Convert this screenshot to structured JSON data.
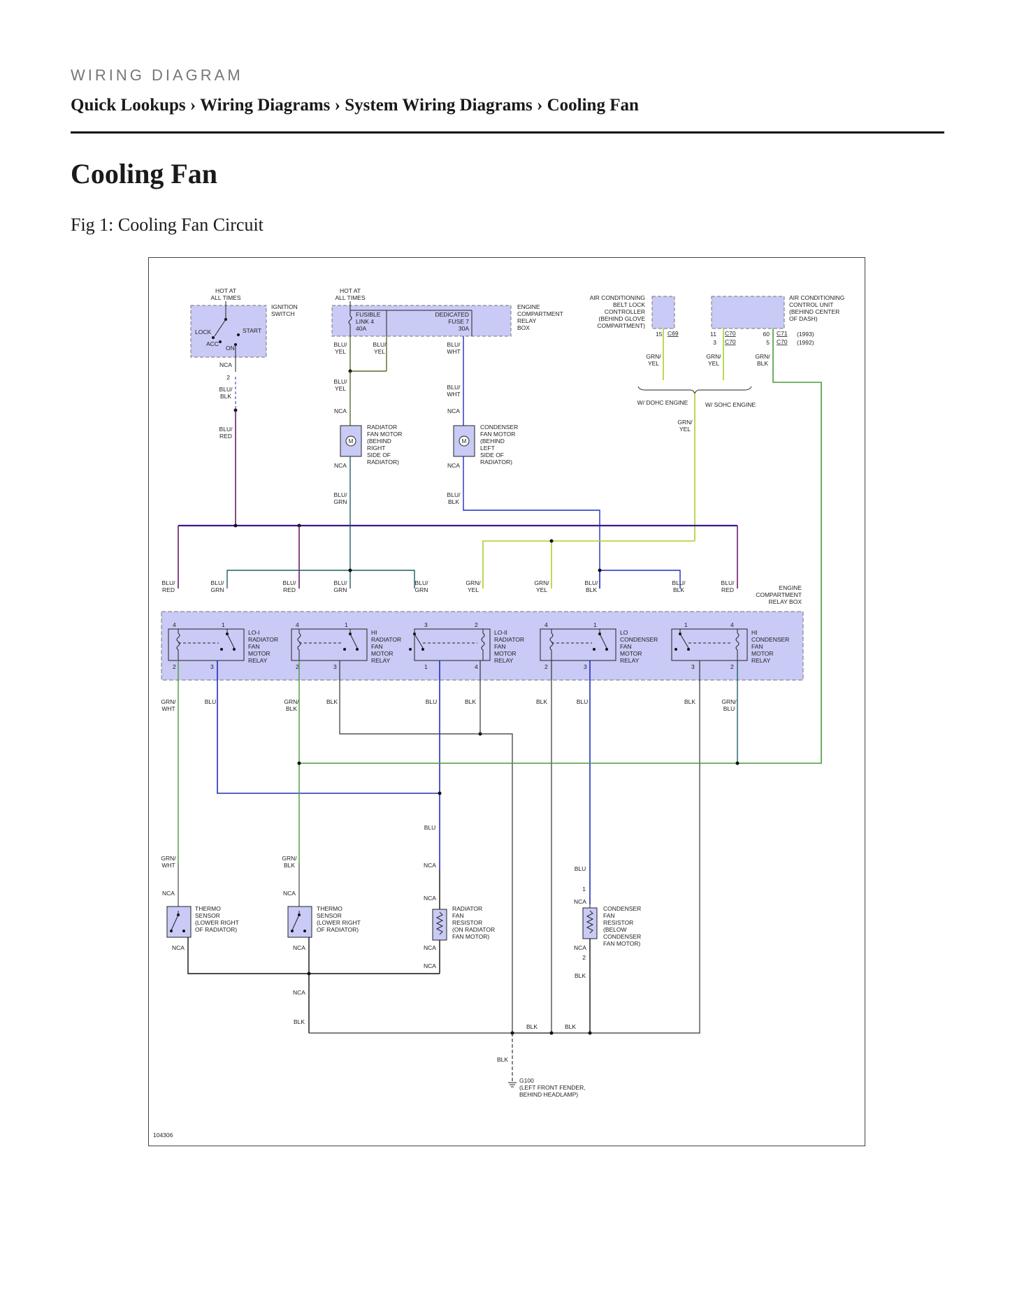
{
  "header": {
    "kicker": "WIRING DIAGRAM",
    "breadcrumb": [
      "Quick Lookups",
      "Wiring Diagrams",
      "System Wiring Diagrams",
      "Cooling Fan"
    ],
    "separator": "›"
  },
  "page_title": "Cooling Fan",
  "figure_caption": "Fig 1: Cooling Fan Circuit",
  "diagram": {
    "figure_id": "104306",
    "colors": {
      "component_fill": "#c9caf5",
      "blu_red": "#6a1a6a",
      "blu_grn": "#1f5f66",
      "blu_yel": "#556b2f",
      "blu": "#1f2fbf",
      "grn_yel": "#a8d02a",
      "grn": "#4a9a3a",
      "blk": "#333333"
    },
    "sources": {
      "ignition": {
        "hot_line1": "HOT AT",
        "hot_line2": "ALL TIMES",
        "name_l1": "IGNITION",
        "name_l2": "SWITCH",
        "lock": "LOCK",
        "acc": "ACC",
        "on": "ON",
        "start": "START"
      },
      "fuses": {
        "hot_line1": "HOT AT",
        "hot_line2": "ALL TIMES",
        "fuse1_l1": "FUSIBLE",
        "fuse1_l2": "LINK 4",
        "fuse1_l3": "40A",
        "fuse2_l1": "DEDICATED",
        "fuse2_l2": "FUSE 7",
        "fuse2_l3": "30A",
        "box_l1": "ENGINE",
        "box_l2": "COMPARTMENT",
        "box_l3": "RELAY",
        "box_l4": "BOX"
      },
      "ac_belt": {
        "l1": "AIR CONDITIONING",
        "l2": "BELT LOCK",
        "l3": "CONTROLLER",
        "l4": "(BEHIND GLOVE",
        "l5": "COMPARTMENT)",
        "pin": "15",
        "conn": "C69"
      },
      "ac_unit": {
        "l1": "AIR CONDITIONING",
        "l2": "CONTROL UNIT",
        "l3": "(BEHIND CENTER",
        "l4": "OF DASH)",
        "pin_a1": "11",
        "conn_a1": "C70",
        "pin_a2": "3",
        "conn_a2": "C70",
        "pin_b1": "60",
        "conn_b1": "C71",
        "pin_b2": "5",
        "conn_b2": "C70",
        "year1": "(1993)",
        "year2": "(1992)"
      },
      "dohc": "W/ DOHC ENGINE",
      "sohc": "W/ SOHC ENGINE"
    },
    "wire": {
      "nca": "NCA",
      "blu_yel_1": "BLU/",
      "blu_yel_2": "YEL",
      "blu_wht_1": "BLU/",
      "blu_wht_2": "WHT",
      "blu_blk_1": "BLU/",
      "blu_blk_2": "BLK",
      "blu_red_1": "BLU/",
      "blu_red_2": "RED",
      "blu_grn_1": "BLU/",
      "blu_grn_2": "GRN",
      "grn_yel_1": "GRN/",
      "grn_yel_2": "YEL",
      "grn_blk_1": "GRN/",
      "grn_blk_2": "BLK",
      "grn_wht_1": "GRN/",
      "grn_wht_2": "WHT",
      "grn_blu_1": "GRN/",
      "grn_blu_2": "BLU",
      "blu": "BLU",
      "blk": "BLK"
    },
    "motors": {
      "radiator": {
        "l1": "RADIATOR",
        "l2": "FAN MOTOR",
        "l3": "(BEHIND",
        "l4": "RIGHT",
        "l5": "SIDE OF",
        "l6": "RADIATOR)"
      },
      "condenser": {
        "l1": "CONDENSER",
        "l2": "FAN MOTOR",
        "l3": "(BEHIND",
        "l4": "LEFT",
        "l5": "SIDE OF",
        "l6": "RADIATOR)"
      },
      "m": "M"
    },
    "relay_box": {
      "l1": "ENGINE",
      "l2": "COMPARTMENT",
      "l3": "RELAY BOX"
    },
    "relays": [
      {
        "l1": "LO-I",
        "l2": "RADIATOR",
        "l3": "FAN",
        "l4": "MOTOR",
        "l5": "RELAY",
        "p_tl": "4",
        "p_tr": "1",
        "p_bl": "2",
        "p_br": "3"
      },
      {
        "l1": "HI",
        "l2": "RADIATOR",
        "l3": "FAN",
        "l4": "MOTOR",
        "l5": "RELAY",
        "p_tl": "4",
        "p_tr": "1",
        "p_bl": "2",
        "p_br": "3"
      },
      {
        "l1": "LO-II",
        "l2": "RADIATOR",
        "l3": "FAN",
        "l4": "MOTOR",
        "l5": "RELAY",
        "p_tl": "3",
        "p_tr": "2",
        "p_bl": "1",
        "p_br": "4"
      },
      {
        "l1": "LO",
        "l2": "CONDENSER",
        "l3": "FAN",
        "l4": "MOTOR",
        "l5": "RELAY",
        "p_tl": "4",
        "p_tr": "1",
        "p_bl": "2",
        "p_br": "3"
      },
      {
        "l1": "HI",
        "l2": "CONDENSER",
        "l3": "FAN",
        "l4": "MOTOR",
        "l5": "RELAY",
        "p_tl": "1",
        "p_tr": "4",
        "p_bl": "3",
        "p_br": "2"
      }
    ],
    "sensors": {
      "thermo1": {
        "l1": "THERMO",
        "l2": "SENSOR",
        "l3": "(LOWER RIGHT",
        "l4": "OF RADIATOR)"
      },
      "thermo2": {
        "l1": "THERMO",
        "l2": "SENSOR",
        "l3": "(LOWER RIGHT",
        "l4": "OF RADIATOR)"
      },
      "rad_res": {
        "l1": "RADIATOR",
        "l2": "FAN",
        "l3": "RESISTOR",
        "l4": "(ON RADIATOR",
        "l5": "FAN MOTOR)"
      },
      "cond_res": {
        "l1": "CONDENSER",
        "l2": "FAN",
        "l3": "RESISTOR",
        "l4": "(BELOW",
        "l5": "CONDENSER",
        "l6": "FAN MOTOR)",
        "pin1": "1",
        "pin2": "2"
      }
    },
    "ground": {
      "id": "G100",
      "l1": "(LEFT FRONT FENDER,",
      "l2": "BEHIND HEADLAMP)"
    }
  }
}
